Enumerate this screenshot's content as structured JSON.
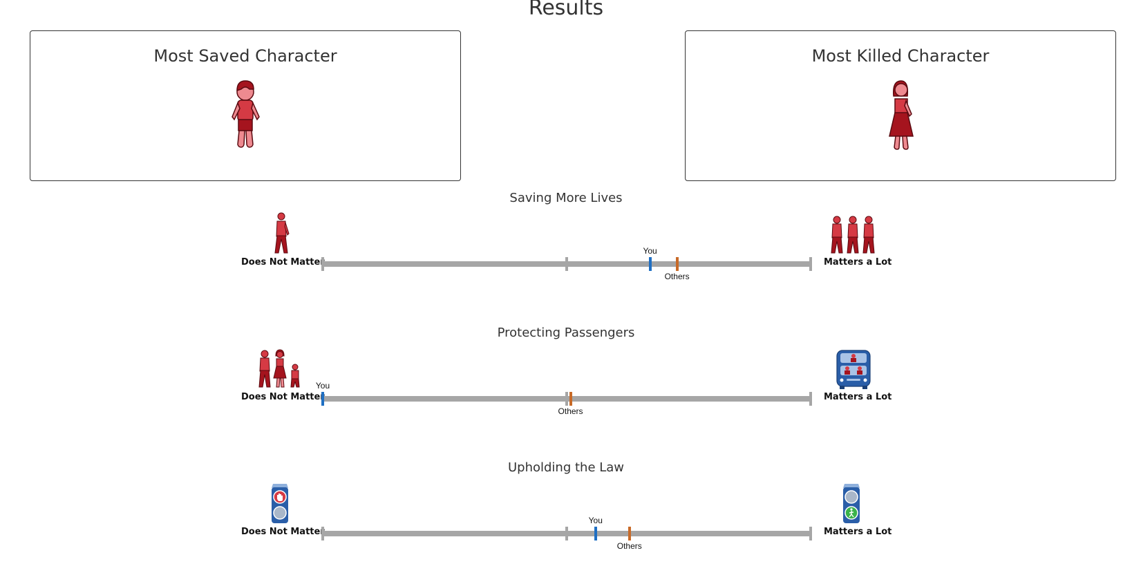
{
  "title": "Results",
  "cards": {
    "saved": {
      "heading": "Most Saved Character",
      "icon": "boy-icon"
    },
    "killed": {
      "heading": "Most Killed Character",
      "icon": "woman-icon"
    }
  },
  "sections": [
    {
      "title": "Saving More Lives",
      "left_label": "Does Not Matter",
      "right_label": "Matters a Lot",
      "left_icon": "single-person-icon",
      "right_icon": "group-of-people-icon",
      "you_label": "You",
      "others_label": "Others",
      "you_value": 0.667,
      "others_value": 0.722
    },
    {
      "title": "Protecting Passengers",
      "left_label": "Does Not Matter",
      "right_label": "Matters a Lot",
      "left_icon": "pedestrians-family-icon",
      "right_icon": "car-passengers-icon",
      "you_label": "You",
      "others_label": "Others",
      "you_value": 0.0,
      "others_value": 0.505
    },
    {
      "title": "Upholding the Law",
      "left_label": "Does Not Matter",
      "right_label": "Matters a Lot",
      "left_icon": "dont-walk-signal-icon",
      "right_icon": "walk-signal-icon",
      "you_label": "You",
      "others_label": "Others",
      "you_value": 0.556,
      "others_value": 0.625
    }
  ],
  "colors": {
    "you": "#1f6fc3",
    "others": "#c86a28",
    "track": "#a6a6a6",
    "figure_dark": "#a5141e",
    "figure_mid": "#d53a44",
    "figure_light": "#ee8a90",
    "signal_blue": "#2a5ea8"
  }
}
